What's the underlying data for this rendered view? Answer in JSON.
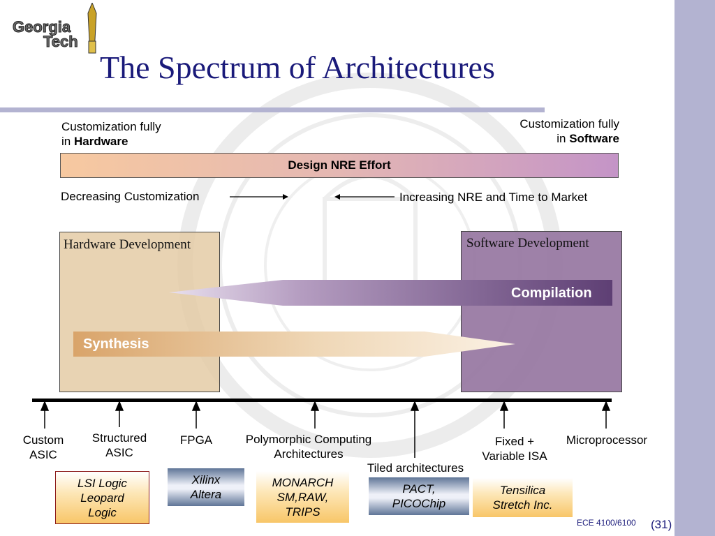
{
  "logo": {
    "line1": "Georgia",
    "line2": "Tech"
  },
  "title": "The Spectrum of Architectures",
  "left_header": {
    "line1": "Customization fully",
    "line2_prefix": "in ",
    "line2_bold": "Hardware"
  },
  "right_header": {
    "line1": "Customization fully",
    "line2_prefix": "in ",
    "line2_bold": "Software"
  },
  "nre_bar": {
    "label": "Design NRE Effort"
  },
  "decreasing_label": "Decreasing Customization",
  "increasing_label": "Increasing NRE and Time to Market",
  "hardware_box": {
    "label": "Hardware Development"
  },
  "software_box": {
    "label": "Software Development"
  },
  "compilation_label": "Compilation",
  "synthesis_label": "Synthesis",
  "timeline_labels": {
    "custom_asic": [
      "Custom",
      "ASIC"
    ],
    "structured_asic": [
      "Structured",
      "ASIC"
    ],
    "fpga": "FPGA",
    "polymorphic": [
      "Polymorphic Computing",
      "Architectures"
    ],
    "tiled": "Tiled architectures",
    "fixed_variable": [
      "Fixed +",
      "Variable ISA"
    ],
    "microprocessor": "Microprocessor"
  },
  "vendor_boxes": {
    "lsi": [
      "LSI Logic",
      "Leopard",
      "Logic"
    ],
    "xilinx": [
      "Xilinx",
      "Altera"
    ],
    "monarch": [
      "MONARCH",
      "SM,RAW,",
      "TRIPS"
    ],
    "pact": [
      "PACT,",
      "PICOChip"
    ],
    "tensilica": [
      "Tensilica",
      "Stretch Inc."
    ]
  },
  "footer": {
    "course": "ECE 4100/6100",
    "page": "(31)"
  },
  "colors": {
    "title": "#1a1a7a",
    "side_band": "#b3b3d1",
    "compilation_arrow": "#6d4f80",
    "synthesis_arrow": "#e2b684"
  }
}
